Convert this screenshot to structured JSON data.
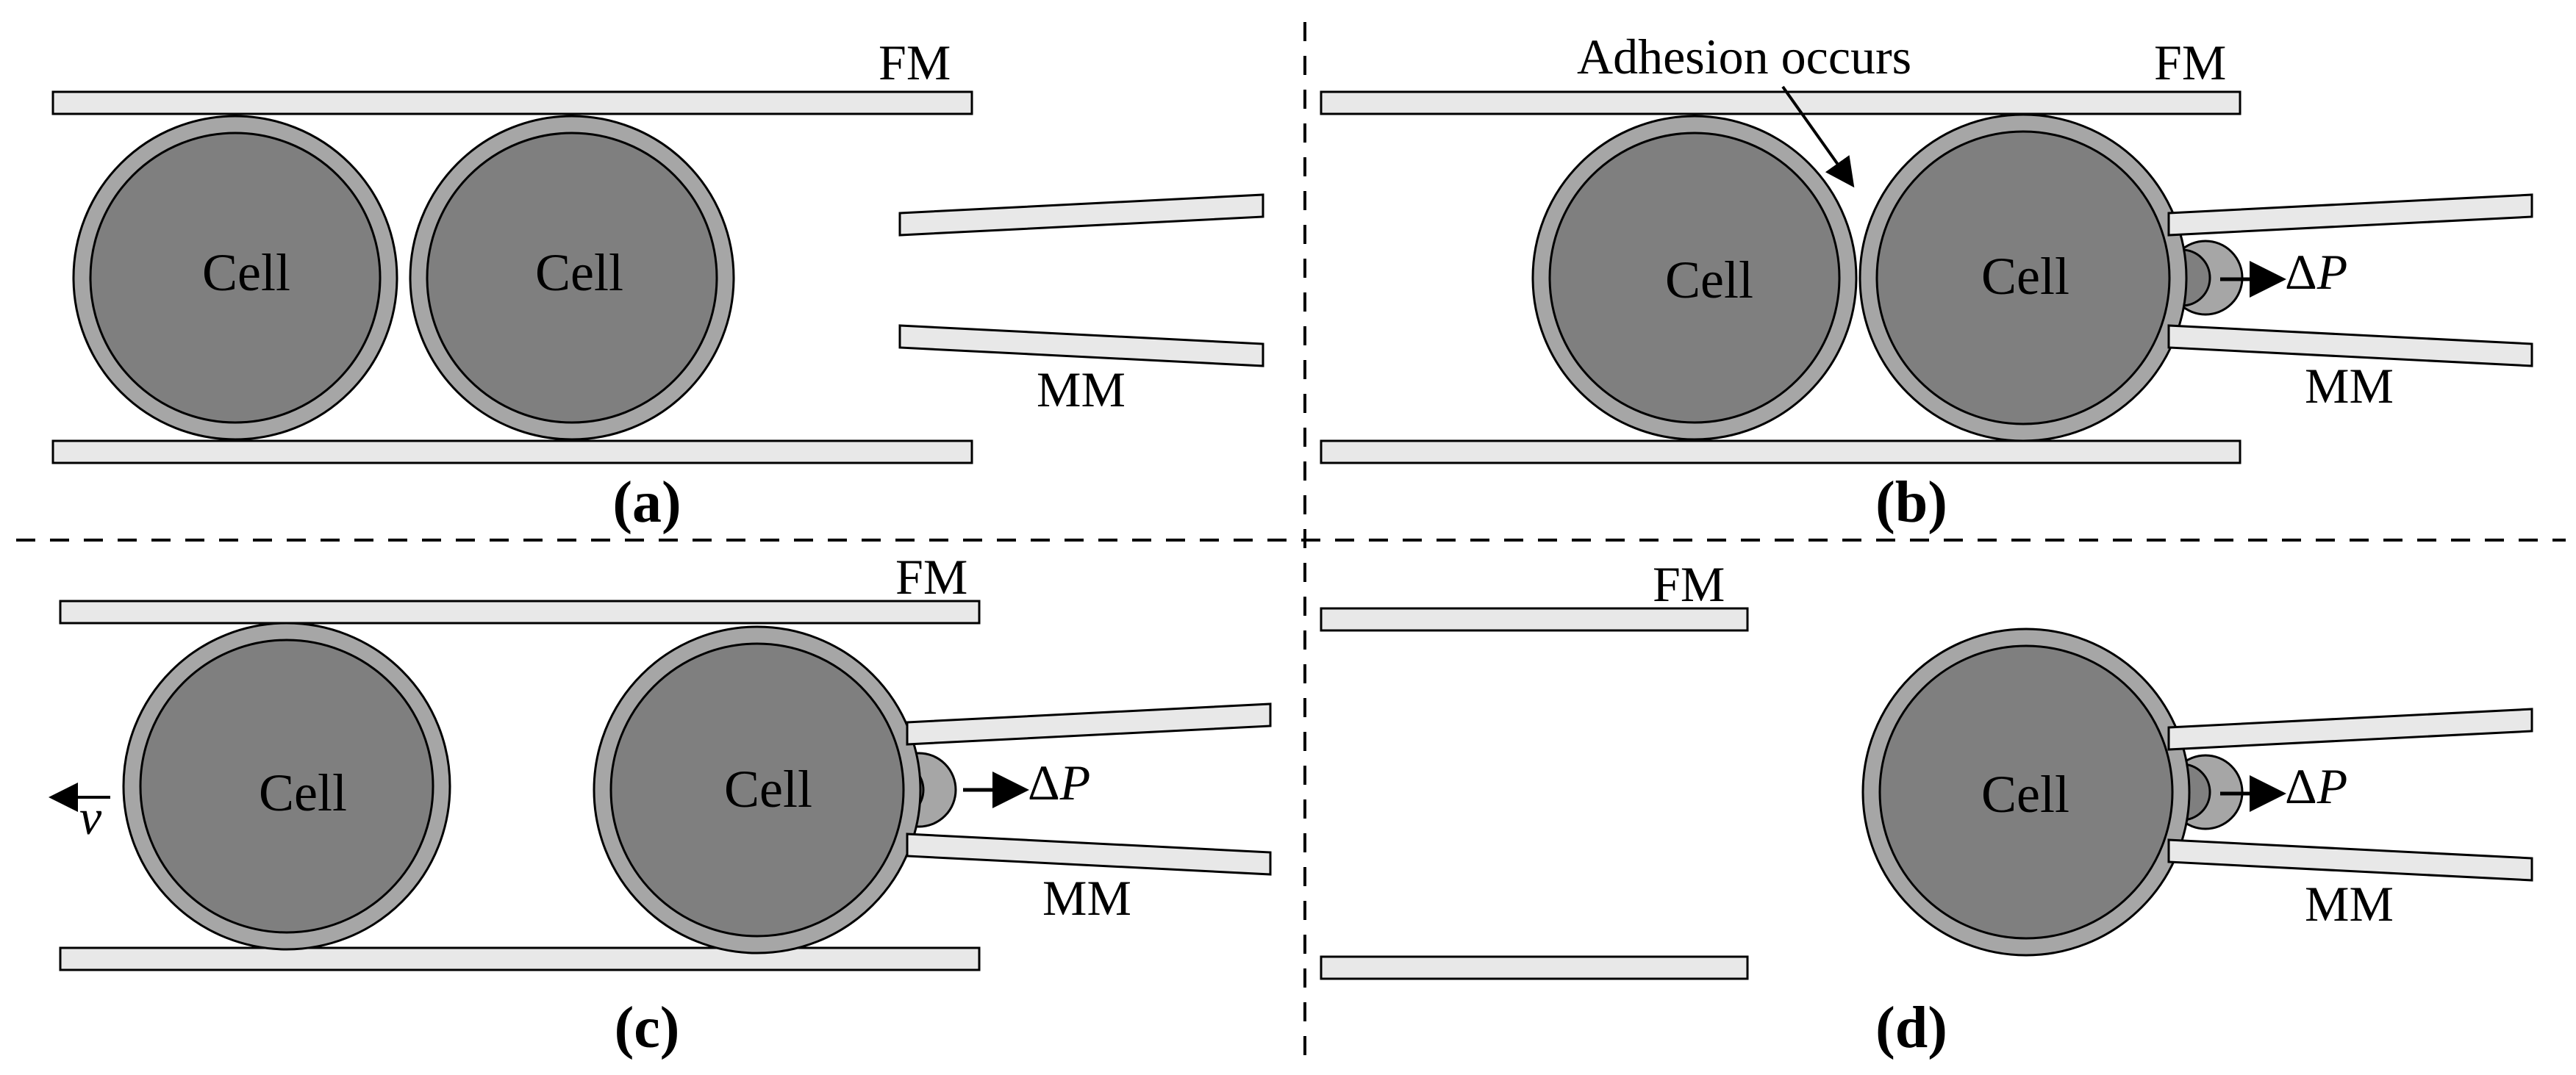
{
  "labels": {
    "fm": "FM",
    "mm": "MM",
    "cell": "Cell",
    "adhesion": "Adhesion occurs",
    "delta": "Δ",
    "p": "P",
    "v": "v"
  },
  "panels": [
    {
      "id": "a",
      "label": "(a)"
    },
    {
      "id": "b",
      "label": "(b)"
    },
    {
      "id": "c",
      "label": "(c)"
    },
    {
      "id": "d",
      "label": "(d)"
    }
  ],
  "colors": {
    "channel_fill": "#e8e8e8",
    "cell_outer": "#a6a6a6",
    "cell_inner": "#7f7f7f",
    "stroke": "#000000",
    "divider": "#000000"
  }
}
